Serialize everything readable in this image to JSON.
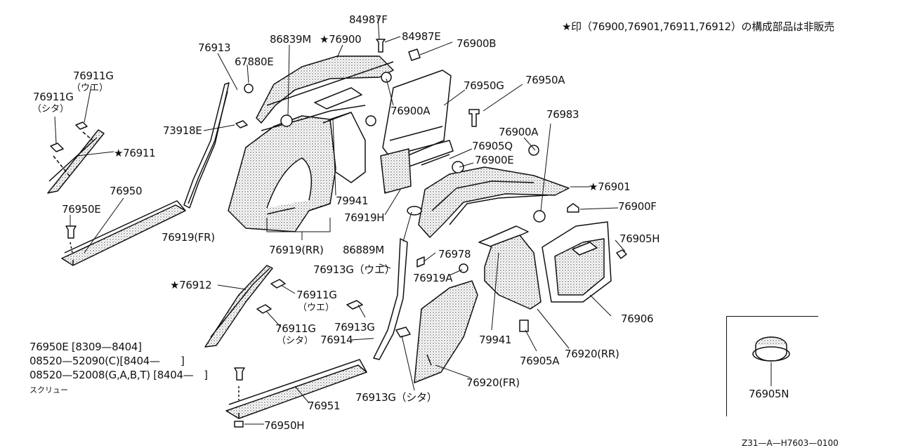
{
  "header_note": "★印（76900,76901,76911,76912）の構成部品は非販売",
  "diagram_code": "Z31—A—H7603—0100",
  "labels": {
    "p84987F": "84987F",
    "p84987E": "84987E",
    "p86839M": "86839M",
    "p76900star": "★76900",
    "p76900B": "76900B",
    "p76913": "76913",
    "p67880E": "67880E",
    "p76911G_top": "76911G",
    "p76911G_top_sub": "（ウエ）",
    "p76911G_left": "76911G",
    "p76911G_left_sub": "（シタ）",
    "p76950G": "76950G",
    "p76950A": "76950A",
    "p76900A_mid": "76900A",
    "p73918E": "73918E",
    "p76911star": "★76911",
    "p76983": "76983",
    "p76900A_r": "76900A",
    "p76905Q": "76905Q",
    "p76900E": "76900E",
    "p76950": "76950",
    "p79941_top": "79941",
    "p76901star": "★76901",
    "p76950E": "76950E",
    "p76919H": "76919H",
    "p76900F": "76900F",
    "p76919FR": "76919(FR)",
    "p76919RR": "76919(RR)",
    "p86889M": "86889M",
    "p76905H": "76905H",
    "p76978": "76978",
    "p76913G_ue": "76913G（ウエ）",
    "p76919A": "76919A",
    "p76912star": "★76912",
    "p76911G_b": "76911G",
    "p76911G_b_sub": "（ウエ）",
    "p76913G_mid": "76913G",
    "p76906": "76906",
    "p76911G_c": "76911G",
    "p76911G_c_sub": "（シタ）",
    "p76914": "76914",
    "p79941_bot": "79941",
    "p76920RR": "76920(RR)",
    "p76905A": "76905A",
    "p76920FR": "76920(FR)",
    "p76913G_shita": "76913G（シタ）",
    "p76951": "76951",
    "p76950H": "76950H",
    "p76905N": "76905N"
  },
  "notes": {
    "line1": "76950E [8309—8404]",
    "line2": "08520—52090(C)[8404—　　]",
    "line3": "08520—52008(G,A,B,T) [8404—　]",
    "line4": "スクリュー"
  }
}
